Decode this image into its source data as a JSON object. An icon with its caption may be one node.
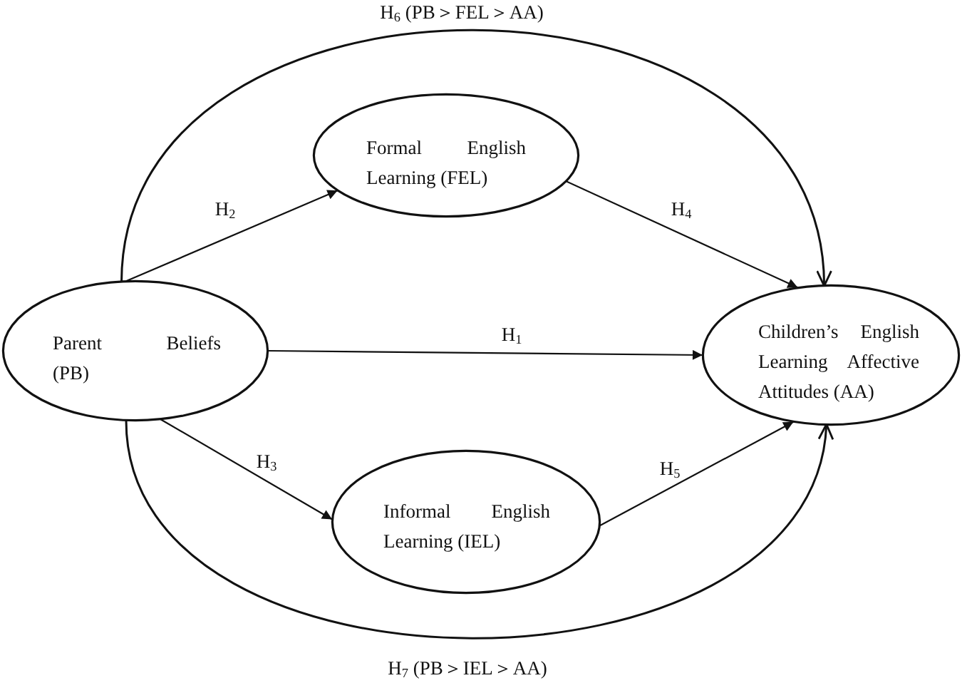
{
  "diagram": {
    "nodes": [
      {
        "text": [
          "Parent Beliefs (PB)"
        ]
      },
      {
        "text": [
          "Formal English Learning (FEL)"
        ]
      },
      {
        "text": [
          "Informal English Learning (IEL)"
        ]
      },
      {
        "text": [
          "Children’s English Learning Affective Attitudes (AA)"
        ]
      }
    ],
    "edges": [
      {
        "from": 0,
        "to": 3,
        "arrow": "to",
        "label": "H$_{1}$"
      },
      {
        "from": 0,
        "to": 1,
        "arrow": "to",
        "label": "H$_{2}$"
      },
      {
        "from": 0,
        "to": 2,
        "arrow": "to",
        "label": "H$_{3}$"
      },
      {
        "from": 1,
        "to": 3,
        "arrow": "to",
        "label": "H$_{4}$"
      },
      {
        "from": 2,
        "to": 3,
        "arrow": "to",
        "label": "H$_{5}$"
      },
      {
        "from": 0,
        "to": 3,
        "arrow": "to",
        "label": "H$_{6}$ (PB＞FEL＞AA)"
      },
      {
        "from": 0,
        "to": 3,
        "arrow": "to",
        "label": "H$_{7}$ (PB＞IEL＞AA)"
      }
    ]
  }
}
